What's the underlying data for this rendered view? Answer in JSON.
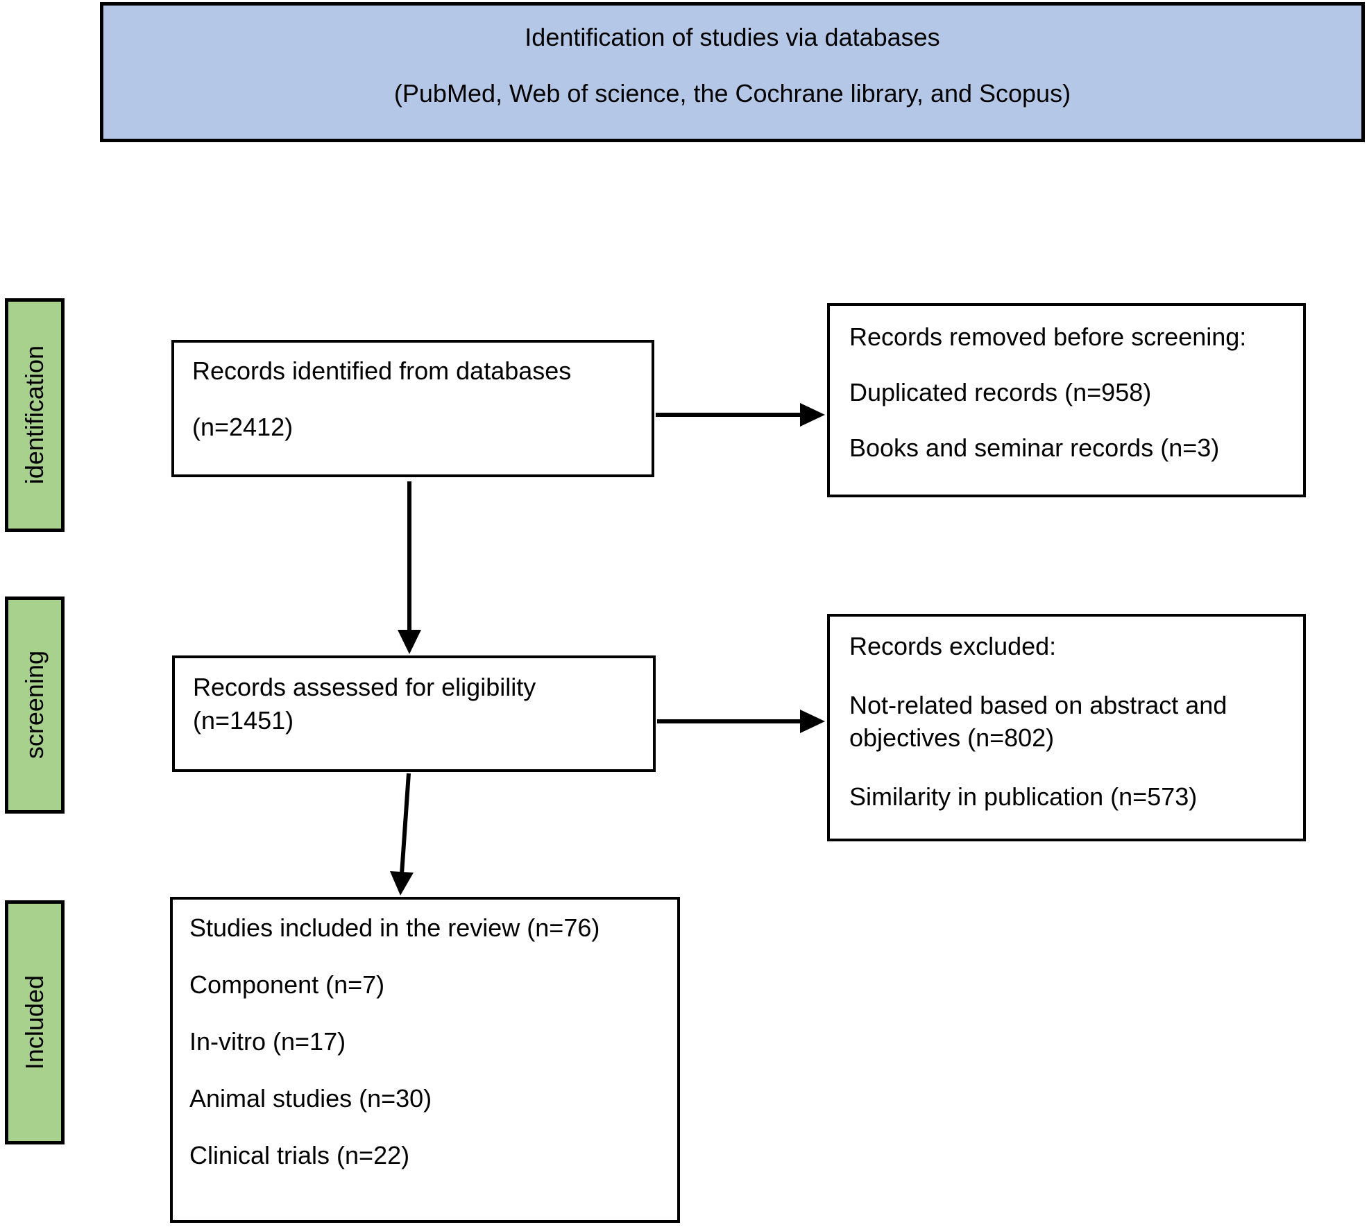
{
  "header": {
    "line1": "Identification of studies via databases",
    "line2": "(PubMed, Web of science, the Cochrane library, and Scopus)"
  },
  "stages": {
    "identification": "identification",
    "screening": "screening",
    "included": "Included"
  },
  "flow": {
    "identified": {
      "line1": "Records identified from databases",
      "line2": "(n=2412)"
    },
    "assessed": {
      "line1": "Records assessed for eligibility",
      "line2": "(n=1451)"
    },
    "included": {
      "lines": [
        "Studies included in the review (n=76)",
        "Component (n=7)",
        "In-vitro (n=17)",
        "Animal studies (n=30)",
        "Clinical trials (n=22)"
      ]
    },
    "removed": {
      "title": "Records removed before screening:",
      "items": [
        "Duplicated records (n=958)",
        "Books and seminar records (n=3)"
      ]
    },
    "excluded": {
      "title": "Records excluded:",
      "items": [
        "Not-related based on abstract and objectives (n=802)",
        "Similarity in publication (n=573)"
      ]
    }
  },
  "colors": {
    "header_fill": "#b4c7e7",
    "stage_fill": "#a9d18e",
    "border": "#000000",
    "text": "#000000"
  }
}
